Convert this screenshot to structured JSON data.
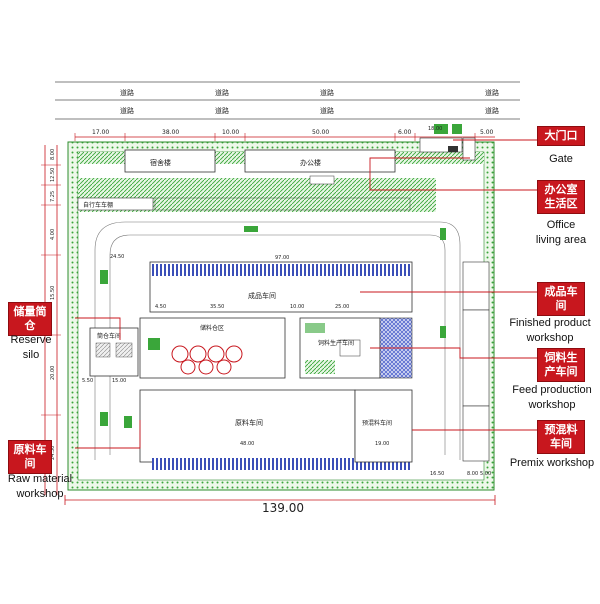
{
  "top_roads": [
    "道路",
    "道路",
    "道路",
    "道路"
  ],
  "top_roads_lower": [
    "道路",
    "道路",
    "道路",
    "道路"
  ],
  "top_dims": [
    "17.00",
    "38.00",
    "10.00",
    "50.00",
    "6.00",
    "5.00"
  ],
  "left_dims": [
    "8.00",
    "12.50",
    "7.25",
    "4.00",
    "15.50",
    "20.00",
    "24.50"
  ],
  "building_labels": {
    "dormitory": "宿舍楼",
    "office": "办公楼",
    "parking": "自行车车棚",
    "finished_product": "成品车间",
    "feed_production": "饲料生产车间",
    "raw_material": "原料车间",
    "premix": "预混料车间",
    "silo_area": "筒仓车间",
    "silo_zone": "储料仓区"
  },
  "inner_dims": {
    "top_97": "97.00",
    "d_4_50": "4.50",
    "d_35_50": "35.50",
    "d_10_00": "10.00",
    "d_25_00": "25.00",
    "d_5_50": "5.50",
    "d_15_00": "15.00",
    "d_48_00": "48.00",
    "d_19_00": "19.00",
    "d_16_50": "16.50",
    "d_8_00": "8.00",
    "d_18_00": "18.00",
    "d_24_50": "24.50",
    "d_5_00": "5.00"
  },
  "total_width": "139.00",
  "legend": [
    {
      "cn": "大门口",
      "en": "Gate"
    },
    {
      "cn": "办公室\n生活区",
      "en": "Office\nliving area"
    },
    {
      "cn": "成品车\n间",
      "en": "Finished product\nworkshop"
    },
    {
      "cn": "饲料生\n产车间",
      "en": "Feed production\nworkshop"
    },
    {
      "cn": "预混料\n车间",
      "en": "Premix workshop"
    },
    {
      "cn": "储量简\n仓",
      "en": "Reserve\nsilo"
    },
    {
      "cn": "原料车\n间",
      "en": "Raw material\nworkshop"
    }
  ],
  "colors": {
    "accent_red": "#c8171e",
    "green_hatch": "#3aa63a",
    "blue_hatch": "#3b4fb8",
    "line": "#444444",
    "dim_red": "#c8171e"
  }
}
